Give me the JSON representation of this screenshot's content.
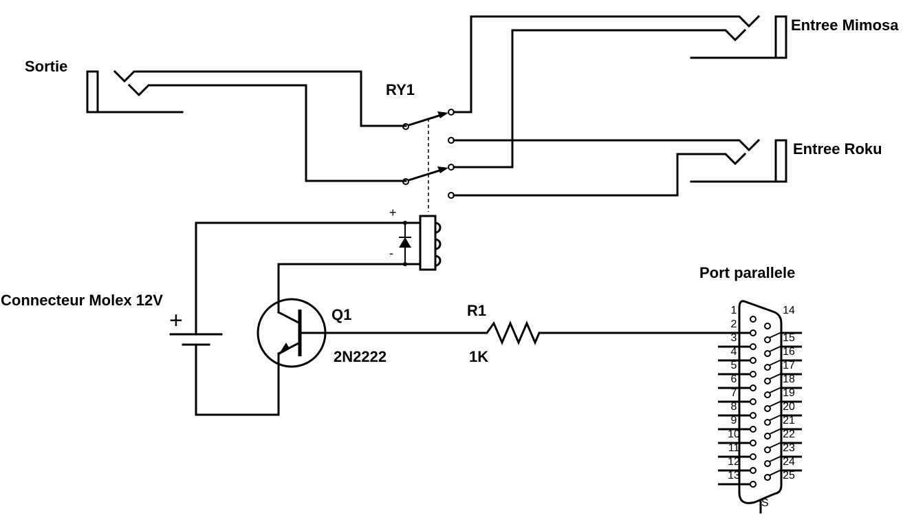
{
  "labels": {
    "sortie": "Sortie",
    "entree_mimosa": "Entree Mimosa",
    "entree_roku": "Entree Roku",
    "relay": "RY1",
    "coil_plus": "+",
    "coil_minus": "-",
    "molex": "Connecteur Molex 12V",
    "battery_plus": "+",
    "transistor_ref": "Q1",
    "transistor_part": "2N2222",
    "resistor_ref": "R1",
    "resistor_value": "1K",
    "port": "Port parallele",
    "shield": "S"
  },
  "port_pins": {
    "left": [
      "1",
      "2",
      "3",
      "4",
      "5",
      "6",
      "7",
      "8",
      "9",
      "10",
      "11",
      "12",
      "13"
    ],
    "right": [
      "14",
      "15",
      "16",
      "17",
      "18",
      "19",
      "20",
      "21",
      "22",
      "23",
      "24",
      "25"
    ]
  }
}
